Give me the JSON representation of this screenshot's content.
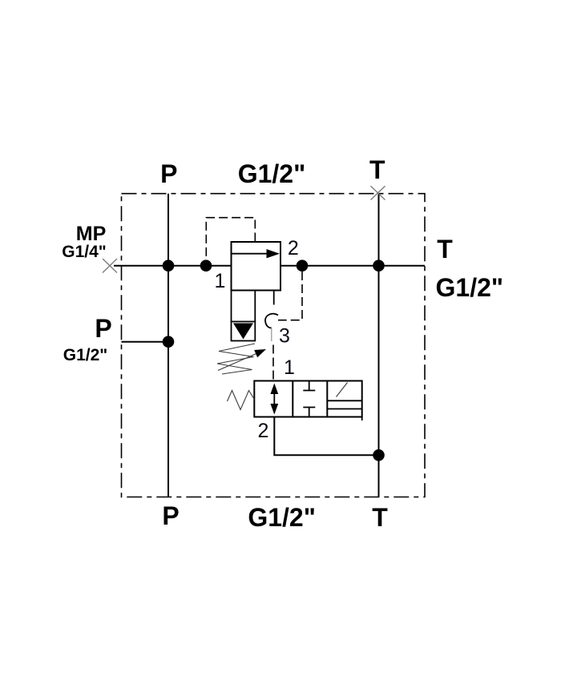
{
  "colors": {
    "background": "#ffffff",
    "line": "#000000",
    "label_text": "#000000",
    "plug_x_gray": "#7d7d7d",
    "leader_gray": "#9a9a9a"
  },
  "ports": {
    "top": {
      "p": "P",
      "size": "G1/2\"",
      "t": "T"
    },
    "mp": {
      "name": "MP",
      "size": "G1/4\""
    },
    "left_p": {
      "name": "P",
      "size": "G1/2\""
    },
    "right_t": {
      "name": "T",
      "size": "G1/2\""
    },
    "bottom": {
      "p": "P",
      "size": "G1/2\"",
      "t": "T"
    }
  },
  "component_ports": {
    "relief_valve": {
      "inlet": "1",
      "outlet": "2",
      "vent": "3"
    },
    "pilot_valve": {
      "inlet": "1",
      "outlet": "2"
    }
  }
}
